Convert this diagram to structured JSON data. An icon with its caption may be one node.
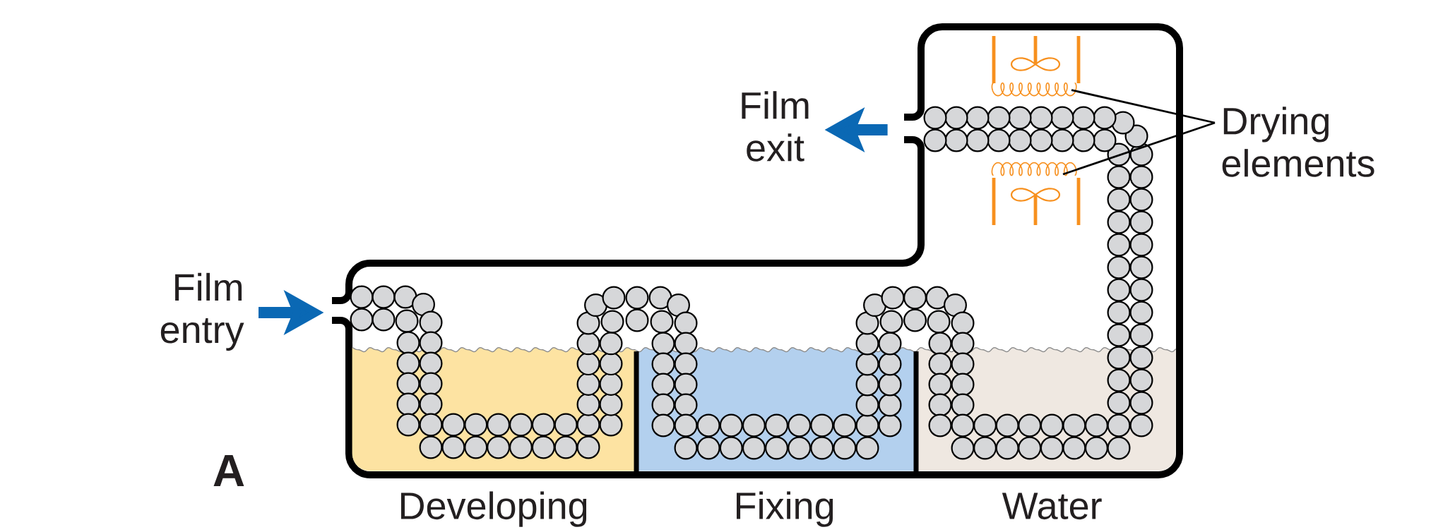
{
  "diagram": {
    "nodes": [
      {
        "text": [],
        "shape": "box"
      },
      {
        "text": [
          "Film exit"
        ]
      },
      {
        "text": [
          "Drying elements"
        ]
      },
      {
        "text": [],
        "shape": "picture",
        "in": 0
      },
      {
        "text": [],
        "shape": "picture",
        "in": 0
      },
      {
        "text": [
          "Film entry"
        ]
      },
      {
        "text": [],
        "shape": "box"
      },
      {
        "text": [
          "Developing"
        ],
        "in": 6
      },
      {
        "text": [
          "Fixing"
        ],
        "in": 6
      },
      {
        "text": [
          "Water"
        ],
        "in": 6
      }
    ],
    "edges": [
      {
        "from": 0,
        "to": 1,
        "arrow": "to",
        "style": "thick",
        "color": "#0a68b4"
      },
      {
        "from": 2,
        "to": 3,
        "arrow": "none",
        "color": "#000000"
      },
      {
        "from": 2,
        "to": 4,
        "arrow": "none",
        "color": "#000000"
      },
      {
        "from": 5,
        "to": 6,
        "arrow": "to",
        "style": "thick",
        "color": "#0a68b4"
      }
    ],
    "labels": [
      "A"
    ]
  }
}
